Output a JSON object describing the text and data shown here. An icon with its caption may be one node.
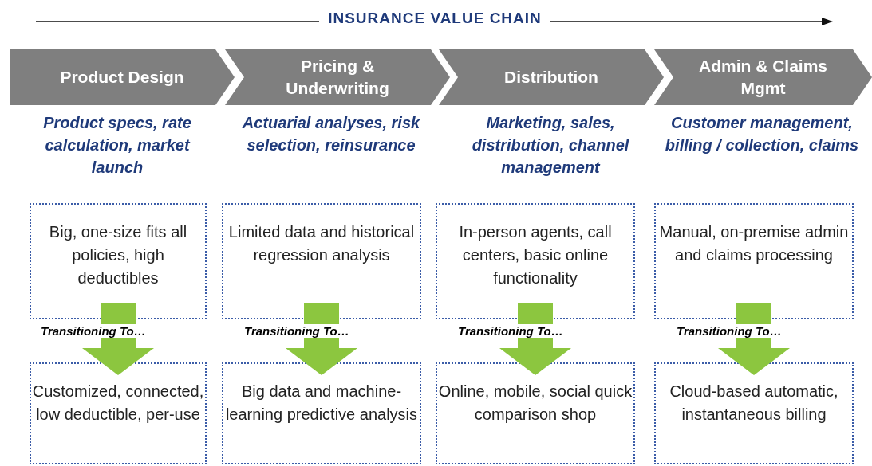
{
  "diagram": {
    "title": "INSURANCE VALUE CHAIN",
    "nodes": [
      {
        "text": [
          "Product Design"
        ],
        "beside": [
          "Product specs, rate calculation, market launch"
        ]
      },
      {
        "text": [
          "Pricing & Underwriting"
        ],
        "beside": [
          "Actuarial analyses, risk selection, reinsurance"
        ]
      },
      {
        "text": [
          "Distribution"
        ],
        "beside": [
          "Marketing, sales, distribution, channel management"
        ]
      },
      {
        "text": [
          "Admin & Claims Mgmt"
        ],
        "beside": [
          "Customer management, billing / collection, claims"
        ]
      },
      {
        "text": [
          "Big, one-size fits all policies, high deductibles"
        ]
      },
      {
        "text": [
          "Limited data and historical regression analysis"
        ]
      },
      {
        "text": [
          "In-person agents, call centers, basic online functionality"
        ]
      },
      {
        "text": [
          "Manual, on-premise admin and claims processing"
        ]
      },
      {
        "text": [
          "Customized, connected, low deductible, per-use"
        ]
      },
      {
        "text": [
          "Big data and machine-learning predictive analysis"
        ]
      },
      {
        "text": [
          "Online, mobile, social quick comparison shop"
        ]
      },
      {
        "text": [
          "Cloud-based automatic, instantaneous billing"
        ]
      }
    ],
    "edges": [
      {
        "from": 4,
        "to": 8,
        "arrow": "to",
        "label": "Transitioning To…"
      },
      {
        "from": 5,
        "to": 9,
        "arrow": "to",
        "label": "Transitioning To…"
      },
      {
        "from": 6,
        "to": 10,
        "arrow": "to",
        "label": "Transitioning To…"
      },
      {
        "from": 7,
        "to": 11,
        "arrow": "to",
        "label": "Transitioning To…"
      }
    ]
  }
}
